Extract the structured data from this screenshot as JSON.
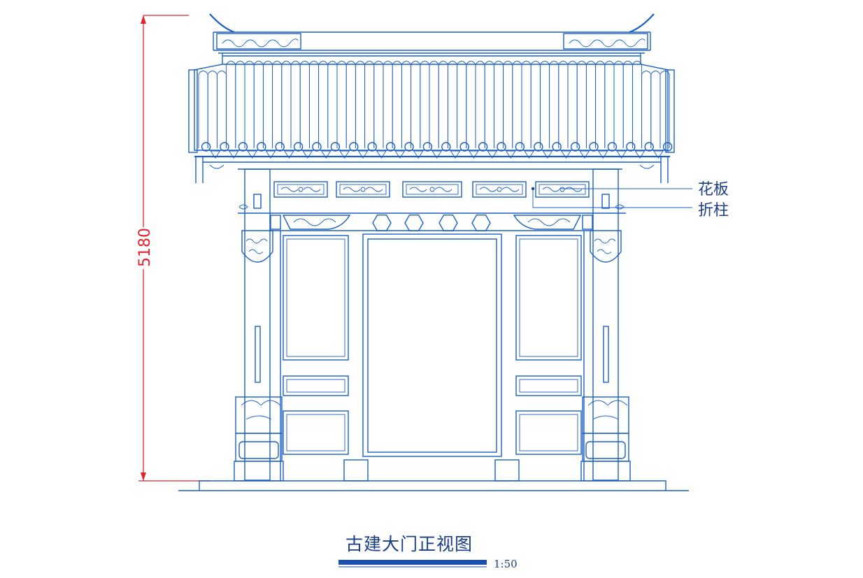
{
  "drawing": {
    "title": "古建大门正视图",
    "scale": "1:50",
    "height_dimension": "5180",
    "callouts": [
      {
        "id": "flower-panel",
        "label": "花板"
      },
      {
        "id": "folded-column",
        "label": "折柱"
      }
    ]
  },
  "colors": {
    "line": "#1a5fc6",
    "dimension": "#e0232b",
    "text": "#1a3f86",
    "background": "#ffffff"
  }
}
